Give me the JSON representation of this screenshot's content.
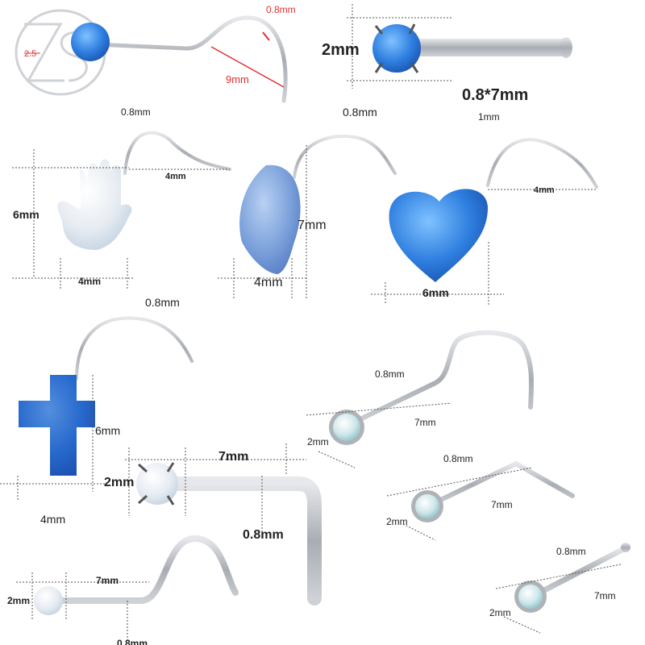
{
  "logo": {
    "text": "ZS"
  },
  "colors": {
    "background": "#ffffff",
    "steel": "#b8bcc2",
    "steel_dark": "#8d9197",
    "dim_line": "#555555",
    "red_dim": "#e03030",
    "opal_blue": "#3d7fd6",
    "opal_light_blue": "#7ea3dc",
    "opal_white": "#eef1f4",
    "opal_cross": "#2f5cc0"
  },
  "products": [
    {
      "name": "top-left-screw-blue-opal",
      "labels": {
        "wire": "0.8mm",
        "length": "9mm",
        "stone": "2.5"
      }
    },
    {
      "name": "top-right-straight-prong",
      "labels": {
        "stone": "2mm",
        "length": "0.8*7mm"
      }
    },
    {
      "name": "hamsa-white-opal",
      "labels": {
        "wire": "0.8mm",
        "length": "4mm",
        "height": "6mm",
        "width": "4mm"
      }
    },
    {
      "name": "moon-blue-opal",
      "labels": {
        "wire": "0.8mm",
        "height": "7mm",
        "width": "4mm"
      }
    },
    {
      "name": "heart-blue-opal",
      "labels": {
        "wire": "1mm",
        "length": "4mm",
        "width": "6mm"
      }
    },
    {
      "name": "cross-blue-opal",
      "labels": {
        "wire": "0.8mm",
        "height": "6mm",
        "width": "4mm"
      }
    },
    {
      "name": "screw-bezel-opal",
      "labels": {
        "wire": "0.8mm",
        "length": "7mm",
        "stone": "2mm"
      }
    },
    {
      "name": "l-shape-prong-opal",
      "labels": {
        "length": "7mm",
        "stone": "2mm",
        "wire": "0.8mm"
      }
    },
    {
      "name": "l-shape-bezel-opal",
      "labels": {
        "wire": "0.8mm",
        "length": "7mm",
        "stone": "2mm"
      }
    },
    {
      "name": "screw-prong-opal-bottom",
      "labels": {
        "length": "7mm",
        "stone": "2mm",
        "wire": "0.8mm"
      }
    },
    {
      "name": "straight-bezel-opal",
      "labels": {
        "wire": "0.8mm",
        "length": "7mm",
        "stone": "2mm"
      }
    }
  ]
}
